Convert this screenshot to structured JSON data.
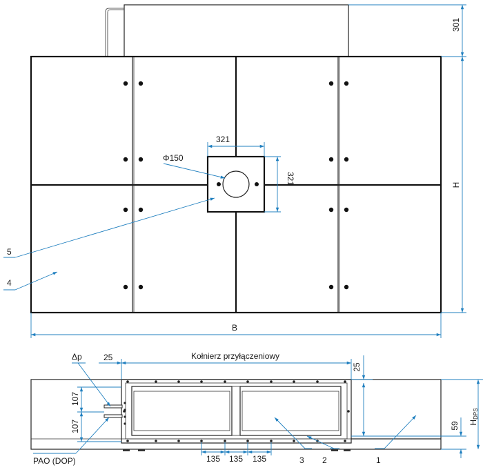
{
  "diagram": {
    "top_height_dim": "301",
    "hole_dim_h": "321",
    "hole_dim_v": "321",
    "hole_diameter": "Φ150",
    "height_label": "H",
    "width_label": "B",
    "label_5": "5",
    "label_4": "4",
    "label_3": "3",
    "label_2": "2",
    "label_1": "1",
    "flange_title": "Kołnierz przyłączeniowy",
    "dim_25_left": "25",
    "dim_25_right": "25",
    "dim_107_upper": "107",
    "dim_107_lower": "107",
    "dim_59": "59",
    "dim_135_a": "135",
    "dim_135_b": "135",
    "dim_135_c": "135",
    "dp_label": "Δp",
    "pao_label": "PAO (DOP)",
    "hdps_main": "H",
    "hdps_sub": "DPS"
  }
}
